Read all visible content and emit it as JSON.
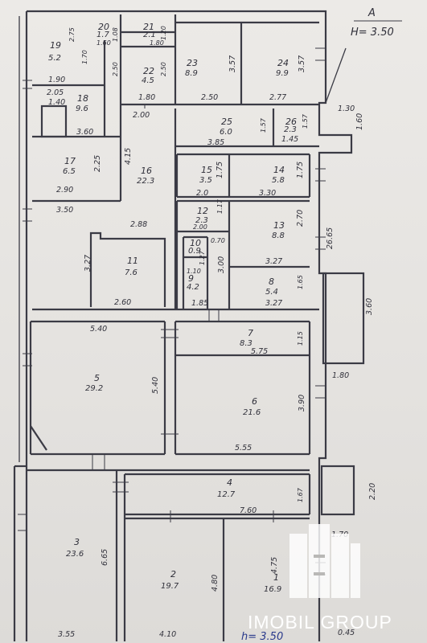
{
  "header": {
    "letter": "A",
    "height_label": "H= 3.50"
  },
  "footer": {
    "height_label": "h= 3.50",
    "corner_dim": "0.45"
  },
  "watermark": {
    "text": "IMOBIL GROUP"
  },
  "rooms": [
    {
      "id": "r19",
      "num": "19",
      "area": "5.2"
    },
    {
      "id": "r20",
      "num": "20",
      "area": "1.7"
    },
    {
      "id": "r21",
      "num": "21",
      "area": "2.1"
    },
    {
      "id": "r22",
      "num": "22",
      "area": "4.5"
    },
    {
      "id": "r23",
      "num": "23",
      "area": "8.9"
    },
    {
      "id": "r24",
      "num": "24",
      "area": "9.9"
    },
    {
      "id": "r18",
      "num": "18",
      "area": "9.6"
    },
    {
      "id": "r25",
      "num": "25",
      "area": "6.0"
    },
    {
      "id": "r26",
      "num": "26",
      "area": "2.3"
    },
    {
      "id": "r17",
      "num": "17",
      "area": "6.5"
    },
    {
      "id": "r16",
      "num": "16",
      "area": "22.3"
    },
    {
      "id": "r15",
      "num": "15",
      "area": "3.5"
    },
    {
      "id": "r14",
      "num": "14",
      "area": "5.8"
    },
    {
      "id": "r12",
      "num": "12",
      "area": "2.3"
    },
    {
      "id": "r13",
      "num": "13",
      "area": "8.8"
    },
    {
      "id": "r10",
      "num": "10",
      "area": "0.9"
    },
    {
      "id": "r11",
      "num": "11",
      "area": "7.6"
    },
    {
      "id": "r9",
      "num": "9",
      "area": "4.2"
    },
    {
      "id": "r8",
      "num": "8",
      "area": "5.4"
    },
    {
      "id": "r7",
      "num": "7",
      "area": "8.3"
    },
    {
      "id": "r5",
      "num": "5",
      "area": "29.2"
    },
    {
      "id": "r6",
      "num": "6",
      "area": "21.6"
    },
    {
      "id": "r4",
      "num": "4",
      "area": "12.7"
    },
    {
      "id": "r3",
      "num": "3",
      "area": "23.6"
    },
    {
      "id": "r2",
      "num": "2",
      "area": "19.7"
    },
    {
      "id": "r1",
      "num": "1",
      "area": "16.9"
    }
  ],
  "dimensions": [
    {
      "id": "d1",
      "text": "2.75"
    },
    {
      "id": "d2",
      "text": "1.60"
    },
    {
      "id": "d3",
      "text": "1.08"
    },
    {
      "id": "d4",
      "text": "1.20"
    },
    {
      "id": "d5",
      "text": "1.80"
    },
    {
      "id": "d6",
      "text": "1.70"
    },
    {
      "id": "d7",
      "text": "2.50"
    },
    {
      "id": "d8",
      "text": "2.50"
    },
    {
      "id": "d9",
      "text": "1.80"
    },
    {
      "id": "d10",
      "text": "3.57"
    },
    {
      "id": "d11",
      "text": "3.57"
    },
    {
      "id": "d12",
      "text": "2.50"
    },
    {
      "id": "d13",
      "text": "2.77"
    },
    {
      "id": "d14",
      "text": "1.90"
    },
    {
      "id": "d15",
      "text": "2.05"
    },
    {
      "id": "d16",
      "text": "1.40"
    },
    {
      "id": "d17",
      "text": "3.60"
    },
    {
      "id": "d18",
      "text": "2.00"
    },
    {
      "id": "d19",
      "text": "1.57"
    },
    {
      "id": "d20",
      "text": "1.57"
    },
    {
      "id": "d21",
      "text": "3.85"
    },
    {
      "id": "d22",
      "text": "1.45"
    },
    {
      "id": "d23",
      "text": "1.30"
    },
    {
      "id": "d24",
      "text": "1.60"
    },
    {
      "id": "d25",
      "text": "2.25"
    },
    {
      "id": "d26",
      "text": "4.15"
    },
    {
      "id": "d27",
      "text": "1.75"
    },
    {
      "id": "d28",
      "text": "1.75"
    },
    {
      "id": "d29",
      "text": "2.90"
    },
    {
      "id": "d30",
      "text": "2.0"
    },
    {
      "id": "d31",
      "text": "3.30"
    },
    {
      "id": "d32",
      "text": "3.50"
    },
    {
      "id": "d33",
      "text": "1.17"
    },
    {
      "id": "d34",
      "text": "2.00"
    },
    {
      "id": "d35",
      "text": "2.70"
    },
    {
      "id": "d36",
      "text": "26.65"
    },
    {
      "id": "d37",
      "text": "2.88"
    },
    {
      "id": "d38",
      "text": "0.70"
    },
    {
      "id": "d39",
      "text": "1.27"
    },
    {
      "id": "d40",
      "text": "3.27"
    },
    {
      "id": "d41",
      "text": "3.27"
    },
    {
      "id": "d42",
      "text": "1.10"
    },
    {
      "id": "d43",
      "text": "3.00"
    },
    {
      "id": "d44",
      "text": "1.65"
    },
    {
      "id": "d45",
      "text": "2.60"
    },
    {
      "id": "d46",
      "text": "1.85"
    },
    {
      "id": "d47",
      "text": "3.27"
    },
    {
      "id": "d48",
      "text": "3.60"
    },
    {
      "id": "d49",
      "text": "5.40"
    },
    {
      "id": "d50",
      "text": "1.15"
    },
    {
      "id": "d51",
      "text": "5.75"
    },
    {
      "id": "d52",
      "text": "1.80"
    },
    {
      "id": "d53",
      "text": "5.40"
    },
    {
      "id": "d54",
      "text": "3.90"
    },
    {
      "id": "d55",
      "text": "5.55"
    },
    {
      "id": "d56",
      "text": "1.67"
    },
    {
      "id": "d57",
      "text": "2.20"
    },
    {
      "id": "d58",
      "text": "7.60"
    },
    {
      "id": "d59",
      "text": "6.65"
    },
    {
      "id": "d60",
      "text": "1.70"
    },
    {
      "id": "d61",
      "text": "4.80"
    },
    {
      "id": "d62",
      "text": "4.75"
    },
    {
      "id": "d63",
      "text": "3.55"
    },
    {
      "id": "d64",
      "text": "4.10"
    }
  ]
}
